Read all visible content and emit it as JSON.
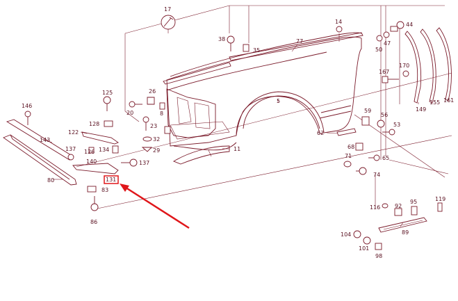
{
  "diagram": {
    "line_color": "#7a1a2a",
    "label_color": "#5a1020",
    "highlight_color": "#e0161a",
    "part_labels": [
      "17",
      "14",
      "44",
      "38",
      "35",
      "77",
      "50",
      "47",
      "167",
      "170",
      "126",
      "125",
      "26",
      "20",
      "5",
      "149",
      "155",
      "161",
      "146",
      "128",
      "23",
      "8",
      "59",
      "56",
      "53",
      "122",
      "32",
      "62",
      "143",
      "137",
      "134",
      "29",
      "68",
      "71",
      "65",
      "140",
      "137",
      "11",
      "74",
      "80",
      "131",
      "83",
      "116",
      "92",
      "95",
      "119",
      "86",
      "104",
      "101",
      "98",
      "89"
    ],
    "highlighted_part": "131"
  }
}
